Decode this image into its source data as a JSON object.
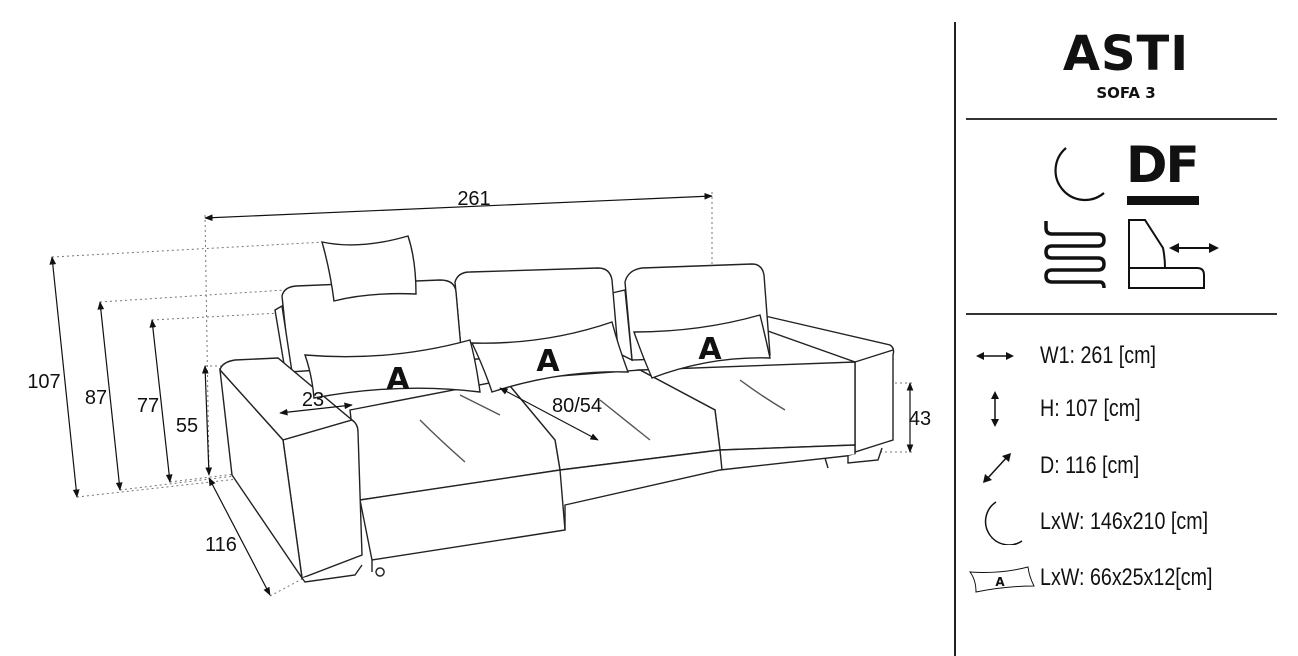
{
  "product": {
    "name": "ASTI",
    "subtitle": "SOFA 3"
  },
  "features": {
    "df_label": "DF",
    "icons": [
      "sleep-function-moon-icon",
      "df-icon",
      "spring-icon",
      "pull-out-mechanism-icon"
    ]
  },
  "dimensions_drawing": {
    "width": "261",
    "height_total": "107",
    "height_back": "87",
    "height_2": "77",
    "height_seat": "55",
    "depth": "116",
    "leg_height": "43",
    "arm_width": "23",
    "seat_depth": "80/54",
    "pillow_label": "A"
  },
  "specs": [
    {
      "icon": "horizontal-arrow-icon",
      "text": "W1: 261 [cm]"
    },
    {
      "icon": "vertical-arrow-icon",
      "text": "H: 107 [cm]"
    },
    {
      "icon": "diagonal-arrow-icon",
      "text": "D: 116 [cm]"
    },
    {
      "icon": "moon-icon",
      "text": "LxW: 146x210 [cm]"
    },
    {
      "icon": "pillow-icon",
      "pillow_label": "A",
      "text": "LxW: 66x25x12[cm]"
    }
  ]
}
